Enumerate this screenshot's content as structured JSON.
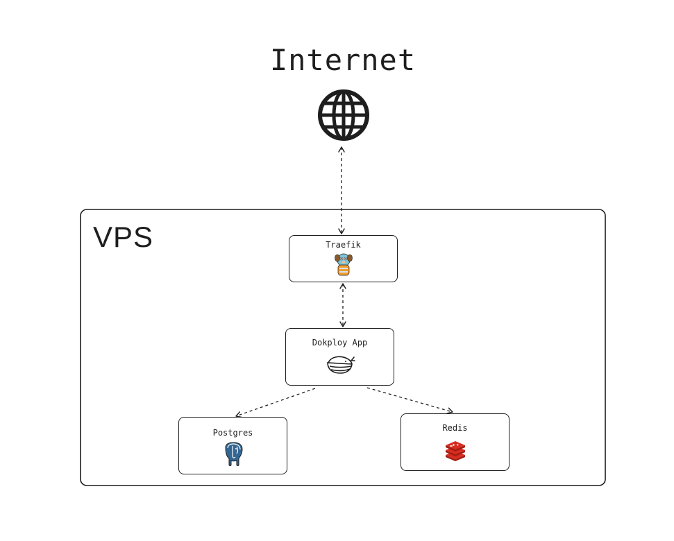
{
  "diagram": {
    "title": "Internet",
    "container": {
      "label": "VPS"
    },
    "nodes": {
      "traefik": {
        "label": "Traefik",
        "icon": "gopher-icon"
      },
      "dokploy": {
        "label": "Dokploy App",
        "icon": "whale-icon"
      },
      "postgres": {
        "label": "Postgres",
        "icon": "elephant-icon"
      },
      "redis": {
        "label": "Redis",
        "icon": "redis-icon"
      }
    },
    "edges": [
      {
        "from": "internet",
        "to": "traefik",
        "style": "dashed",
        "arrow": "both"
      },
      {
        "from": "traefik",
        "to": "dokploy",
        "style": "dashed",
        "arrow": "both"
      },
      {
        "from": "dokploy",
        "to": "postgres",
        "style": "dashed",
        "arrow": "end"
      },
      {
        "from": "dokploy",
        "to": "redis",
        "style": "dashed",
        "arrow": "end"
      }
    ],
    "colors": {
      "stroke": "#1e1e1e",
      "background": "#ffffff",
      "postgres_blue": "#336791",
      "redis_red": "#d82c20"
    }
  }
}
